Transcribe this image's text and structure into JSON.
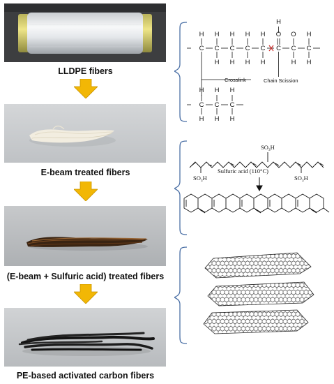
{
  "stages": [
    {
      "caption": "LLDPE fibers"
    },
    {
      "caption": "E-beam treated fibers"
    },
    {
      "caption": "(E-beam + Sulfuric acid) treated fibers"
    },
    {
      "caption": "PE-based activated carbon fibers"
    }
  ],
  "structures": {
    "polymer": {
      "atom_h": "H",
      "atom_c": "C",
      "atom_o": "O",
      "crosslink_label": "Crosslink",
      "scission_label": "Chain Scission"
    },
    "sulfonated": {
      "so3h_text": "SO",
      "so3h_sub": "3",
      "so3h_end": "H",
      "reaction_label": "Sulfuric acid (110°C)"
    }
  },
  "colors": {
    "arrow": "#f2b705",
    "bracket": "#4a6fa5",
    "scission_mark": "#d0312d"
  }
}
